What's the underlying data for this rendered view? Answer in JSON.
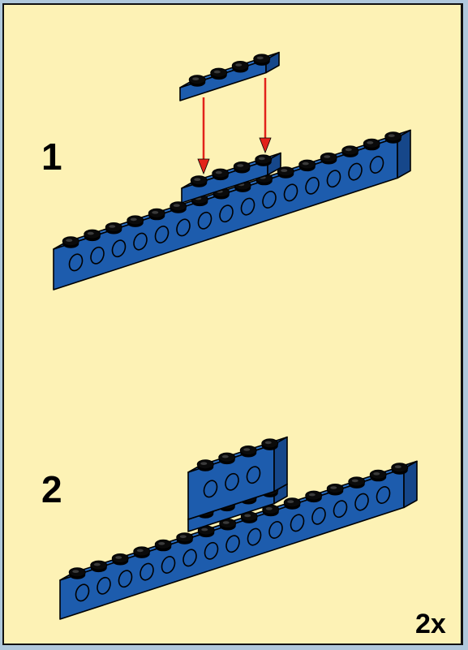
{
  "steps": [
    {
      "number": "1"
    },
    {
      "number": "2"
    }
  ],
  "multiplier": "2x",
  "colors": {
    "background": "#fdf2b5",
    "frame": "#b0c8dc",
    "brick_front": "#1d5cad",
    "brick_top": "#2a6fc4",
    "brick_side": "#16478a",
    "stud": "#0a0a0a",
    "arrow": "#e2231a"
  },
  "icons": [
    "technic-beam",
    "plate-1x4",
    "insert-arrow"
  ]
}
